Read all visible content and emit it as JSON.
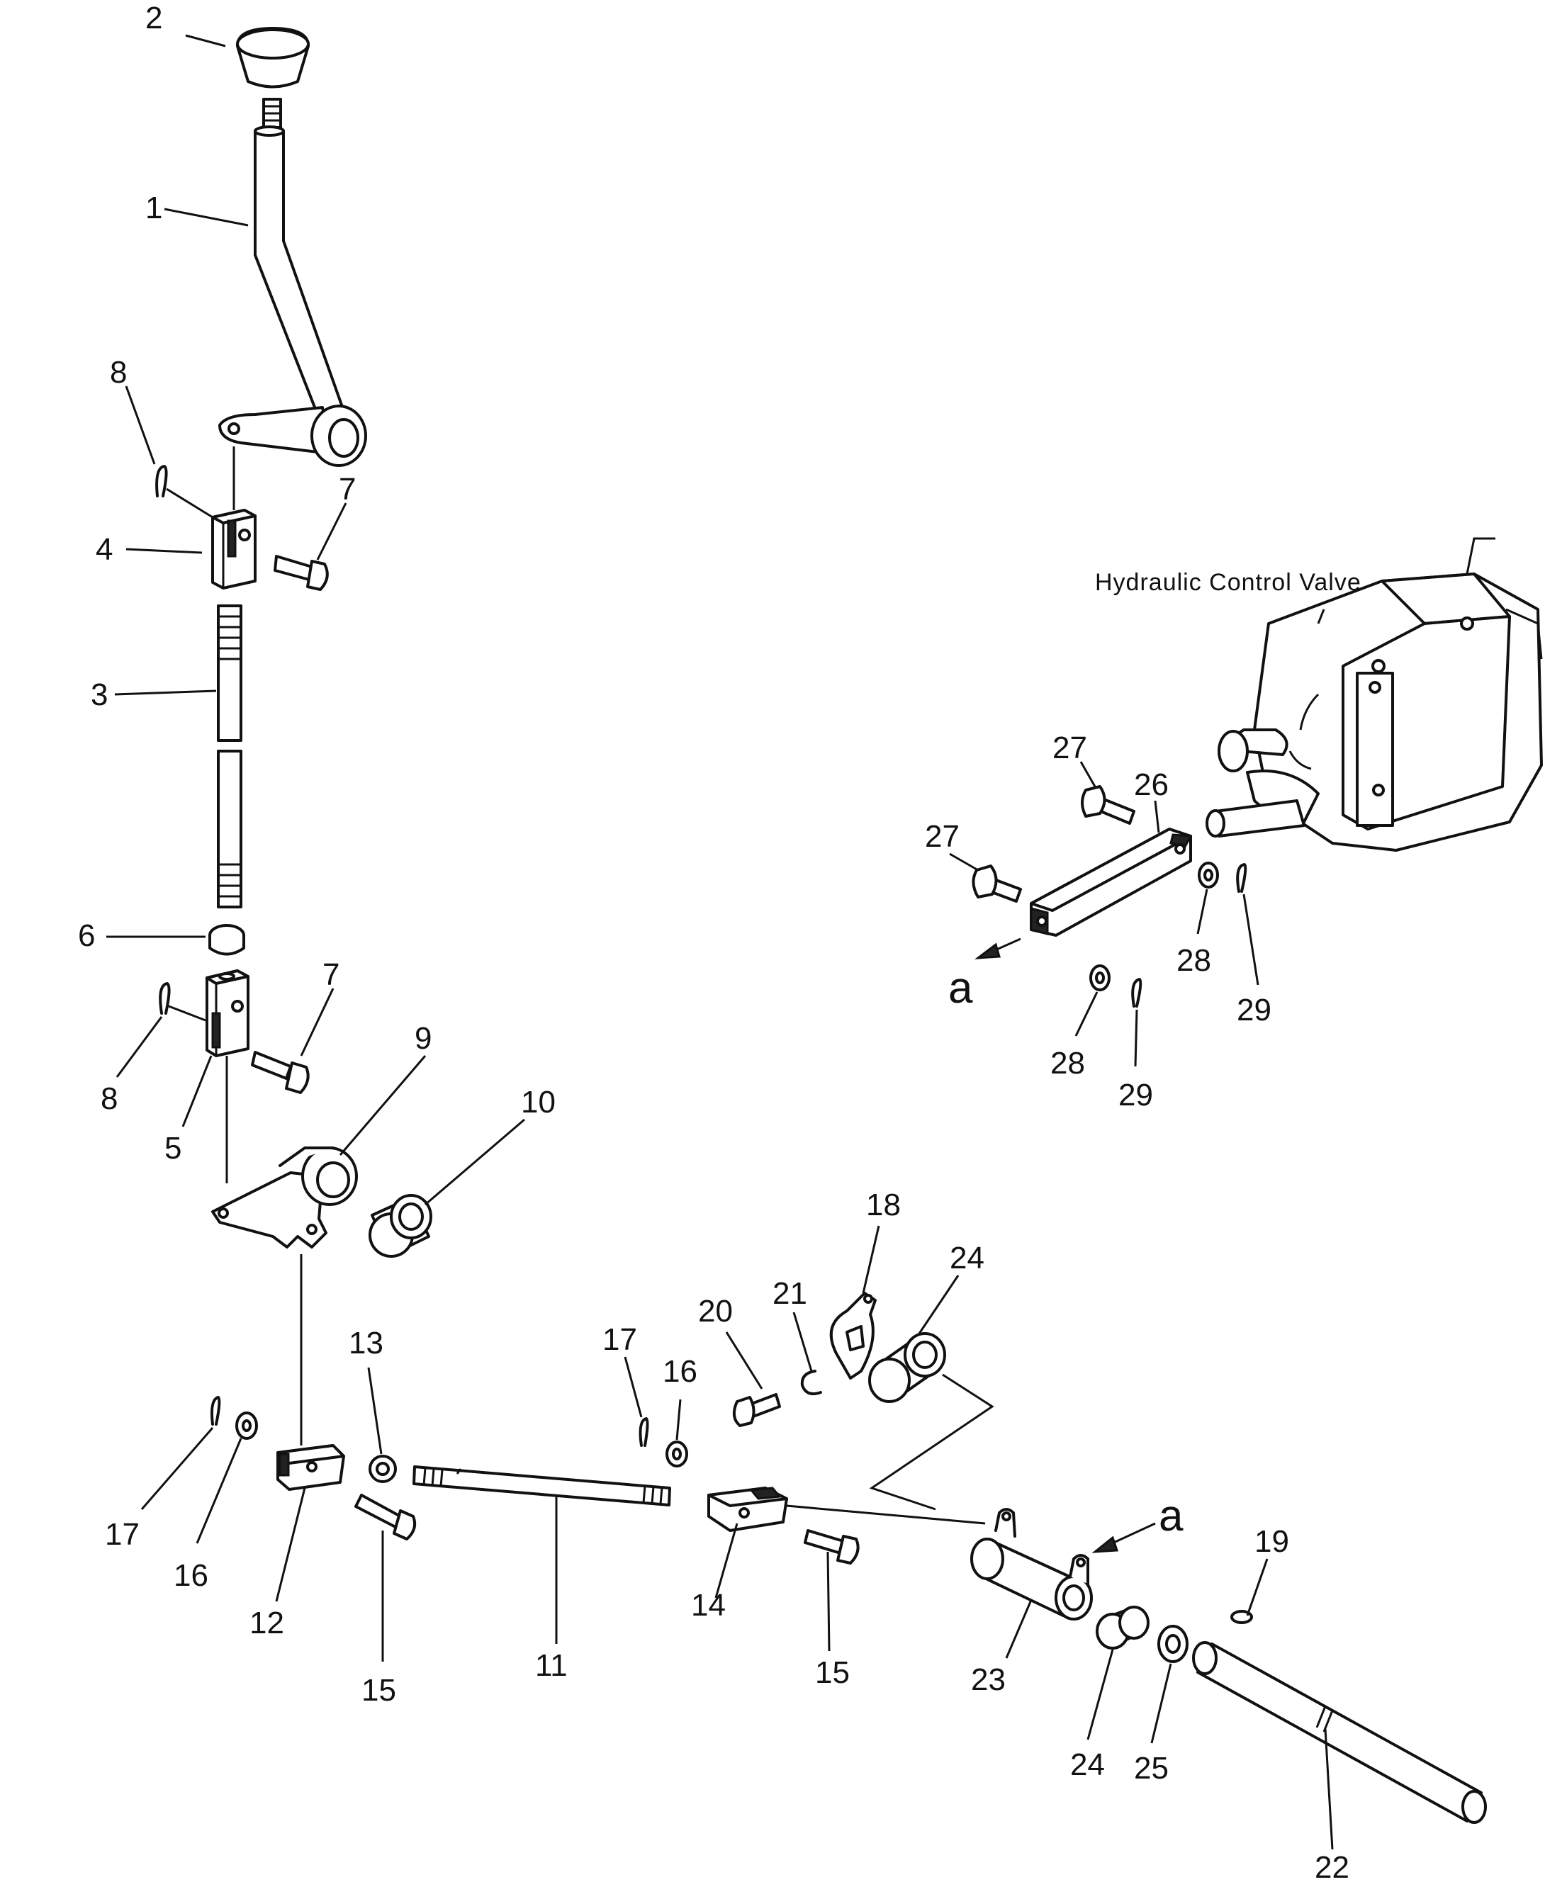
{
  "figure": {
    "title": "Hydraulic Control Valve",
    "ref_mark": "a",
    "callouts": [
      "1",
      "2",
      "3",
      "4",
      "5",
      "6",
      "7",
      "8",
      "9",
      "10",
      "11",
      "12",
      "13",
      "14",
      "15",
      "16",
      "17",
      "18",
      "19",
      "20",
      "21",
      "22",
      "23",
      "24",
      "25",
      "26",
      "27",
      "28",
      "29"
    ]
  }
}
